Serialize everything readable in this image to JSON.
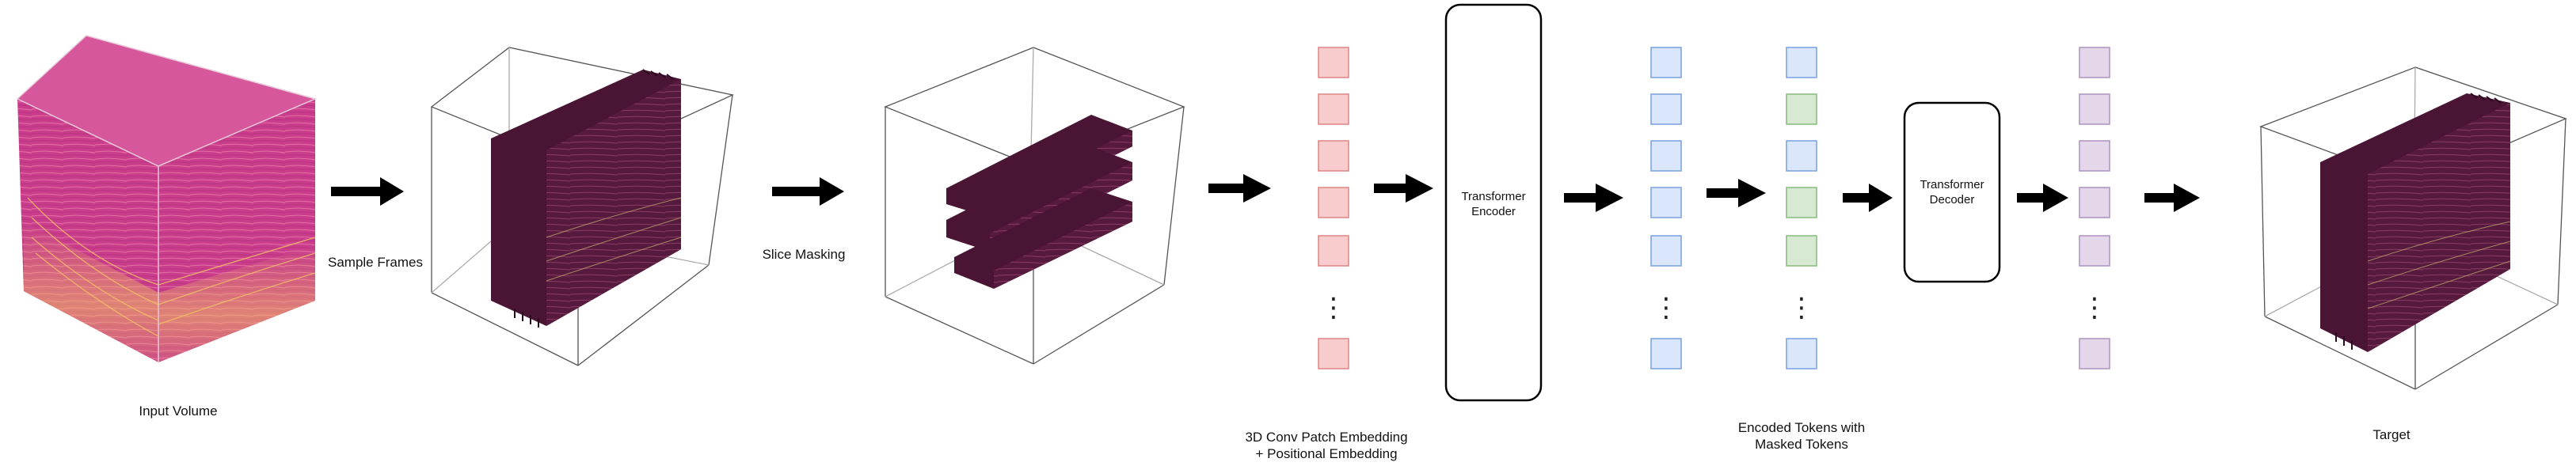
{
  "labels": {
    "input_volume": "Input Volume",
    "sample_frames": "Sample Frames",
    "slice_masking": "Slice Masking",
    "embedding_line1": "3D Conv Patch Embedding",
    "embedding_line2": "+ Positional Embedding",
    "encoder_line1": "Transformer",
    "encoder_line2": "Encoder",
    "encoded_line1": "Encoded Tokens with",
    "encoded_line2": "Masked Tokens",
    "decoder_line1": "Transformer",
    "decoder_line2": "Decoder",
    "target": "Target"
  },
  "colors": {
    "volume_face": "#c93d8c",
    "volume_stripe": "#f0b25a",
    "slab_dark": "#5a1a40",
    "slab_line": "#9a4a6a",
    "token_red_fill": "#f8cccc",
    "token_red_stroke": "#e08a8a",
    "token_blue_fill": "#d9e6fb",
    "token_blue_stroke": "#7ea5df",
    "token_green_fill": "#d7e9d2",
    "token_green_stroke": "#8cbf82",
    "token_purple_fill": "#e4d7ea",
    "token_purple_stroke": "#b197c1",
    "arrow": "#000000"
  },
  "token_columns": {
    "embedding": [
      "red",
      "red",
      "red",
      "red",
      "red",
      "dots",
      "red"
    ],
    "encoded": [
      "blue",
      "blue",
      "blue",
      "blue",
      "blue",
      "dots",
      "blue"
    ],
    "encoded_masked": [
      "blue",
      "green",
      "blue",
      "green",
      "green",
      "dots",
      "blue"
    ],
    "decoded": [
      "purple",
      "purple",
      "purple",
      "purple",
      "purple",
      "dots",
      "purple"
    ]
  },
  "dots_glyph": "⋮"
}
